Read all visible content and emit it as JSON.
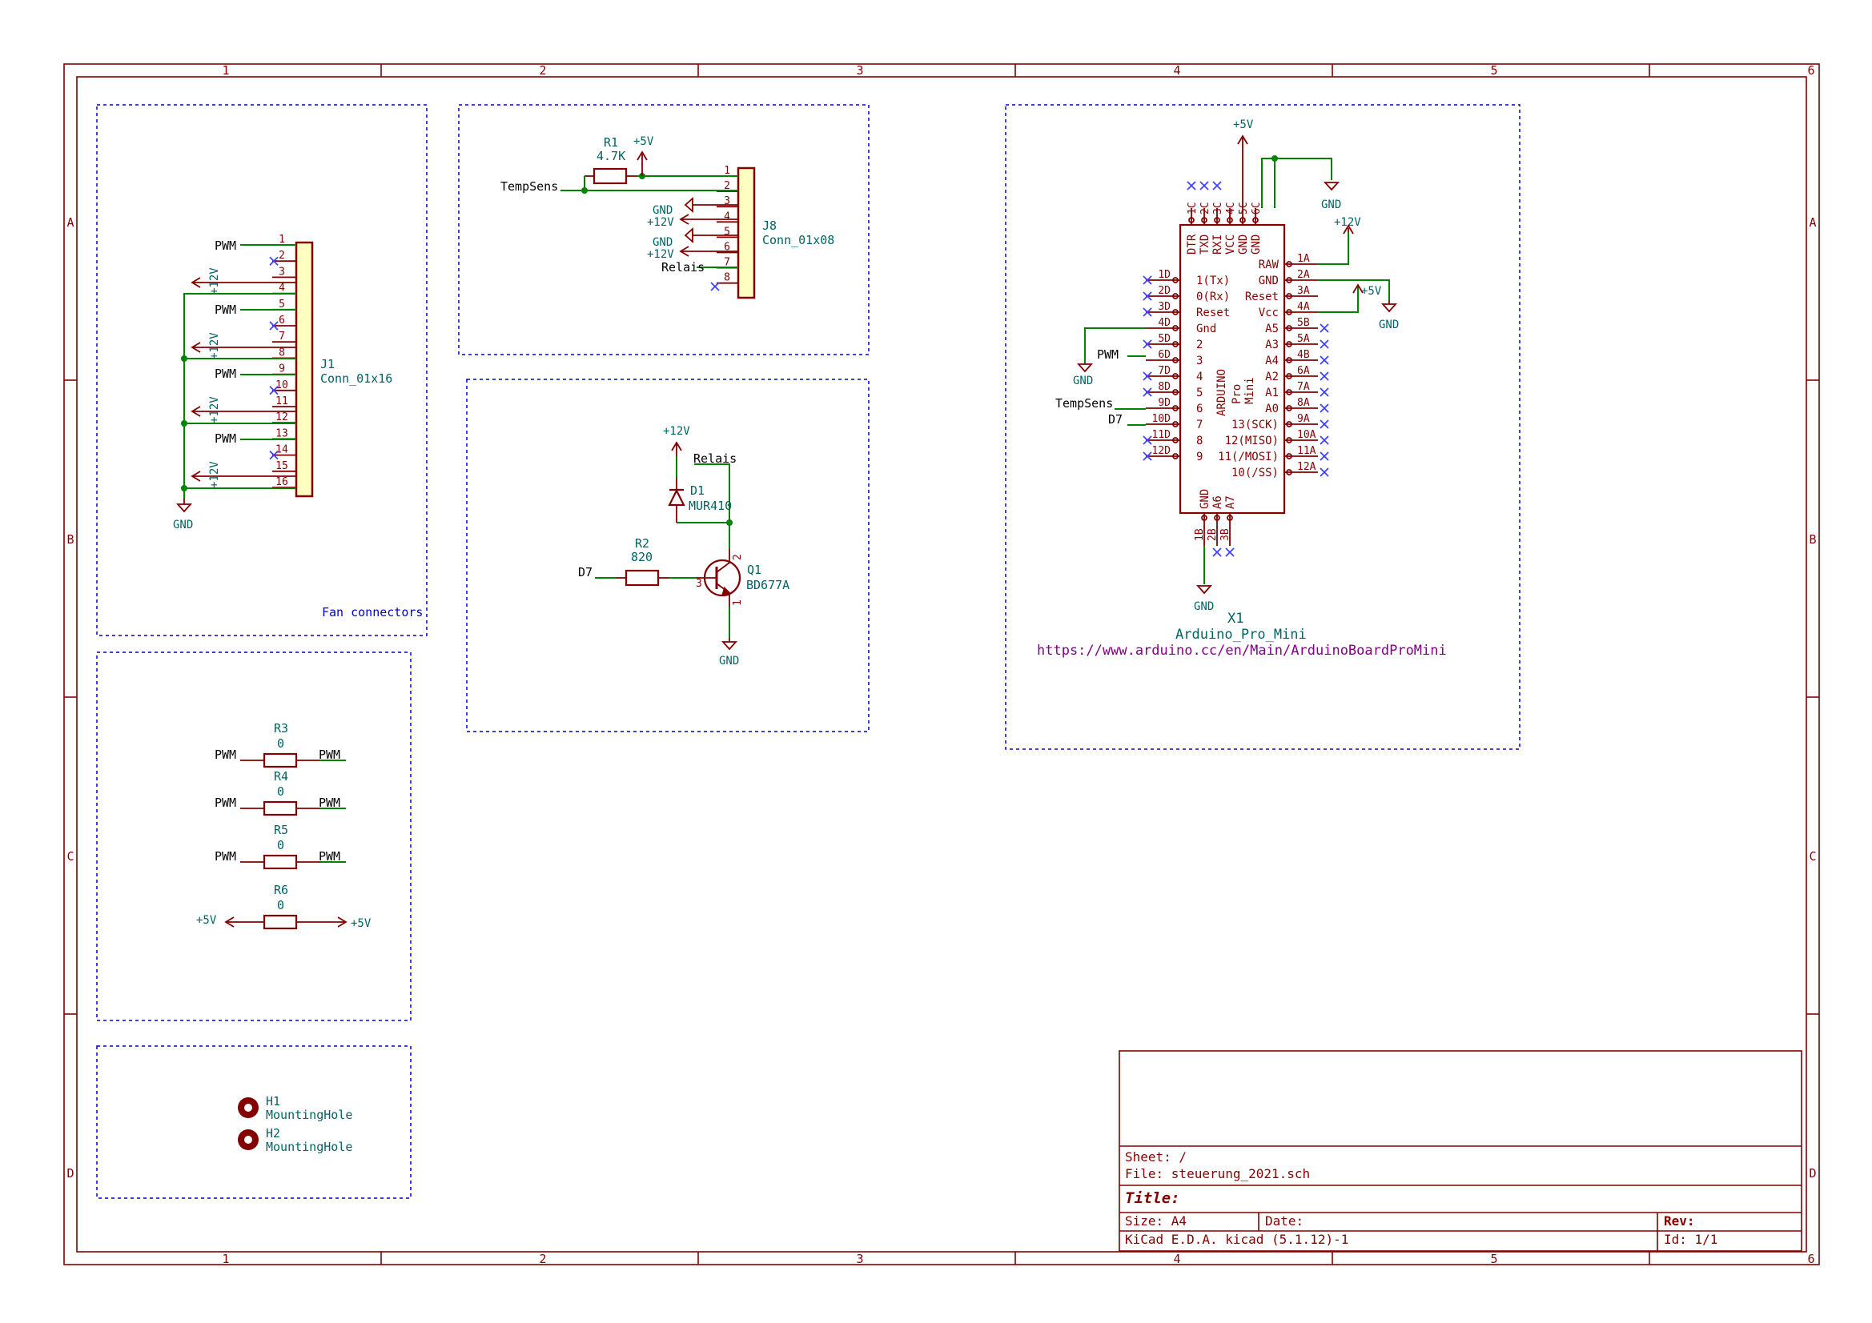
{
  "sheet": {
    "col_labels": [
      "1",
      "2",
      "3",
      "4",
      "5",
      "6"
    ],
    "row_labels": [
      "A",
      "B",
      "C",
      "D"
    ]
  },
  "colors": {
    "frame": "#840000",
    "wire": "#008400",
    "group_outline": "#0000c8",
    "connector_fill": "#ffffc2",
    "no_connect": "#4040ff"
  },
  "fan": {
    "connector_ref": "J1",
    "connector_value": "Conn_01x16",
    "group_note": "Fan connectors",
    "gnd": "GND",
    "pins": [
      "1",
      "2",
      "3",
      "4",
      "5",
      "6",
      "7",
      "8",
      "9",
      "10",
      "11",
      "12",
      "13",
      "14",
      "15",
      "16"
    ],
    "pwm_label": "PWM",
    "v12": "+12V"
  },
  "sensor": {
    "r1_ref": "R1",
    "r1_value": "4.7K",
    "v5": "+5V",
    "tempsens": "TempSens",
    "connector_ref": "J8",
    "connector_value": "Conn_01x08",
    "pins": [
      "1",
      "2",
      "3",
      "4",
      "5",
      "6",
      "7",
      "8"
    ],
    "gnd": "GND",
    "v12": "+12V",
    "relais": "Relais"
  },
  "driver": {
    "v12": "+12V",
    "relais": "Relais",
    "d1_ref": "D1",
    "d1_value": "MUR410",
    "r2_ref": "R2",
    "r2_value": "820",
    "d7": "D7",
    "q1_ref": "Q1",
    "q1_value": "BD677A",
    "q1_pins": [
      "2",
      "3",
      "1"
    ],
    "gnd": "GND"
  },
  "arduino": {
    "v5": "+5V",
    "gnd": "GND",
    "v12": "+12V",
    "top_pin_nums": [
      "1C",
      "2C",
      "3C",
      "4C",
      "5C",
      "6C"
    ],
    "top_pin_names": [
      "DTR",
      "TXD",
      "RXI",
      "VCC",
      "GND",
      "GND"
    ],
    "left_pin_nums": [
      "1D",
      "2D",
      "3D",
      "4D",
      "5D",
      "6D",
      "7D",
      "8D",
      "9D",
      "10D",
      "11D",
      "12D"
    ],
    "left_pin_names": [
      "1(Tx)",
      "0(Rx)",
      "Reset",
      "Gnd",
      "2",
      "3",
      "4",
      "5",
      "6",
      "7",
      "8",
      "9"
    ],
    "right_pin_nums": [
      "1A",
      "2A",
      "3A",
      "4A",
      "5B",
      "5A",
      "4B",
      "6A",
      "7A",
      "8A",
      "9A",
      "10A",
      "11A",
      "12A"
    ],
    "right_pin_names": [
      "RAW",
      "GND",
      "Reset",
      "Vcc",
      "A5",
      "A3",
      "A4",
      "A2",
      "A1",
      "A0",
      "13(SCK)",
      "12(MISO)",
      "11(/MOSI)",
      "10(/SS)"
    ],
    "bottom_pin_nums": [
      "1B",
      "2B",
      "3B"
    ],
    "bottom_pin_names": [
      "GND",
      "A6",
      "A7"
    ],
    "body_text": [
      "ARDUINO",
      "Pro",
      "Mini"
    ],
    "ref": "X1",
    "value": "Arduino_Pro_Mini",
    "url": "https://www.arduino.cc/en/Main/ArduinoBoardProMini",
    "pwm": "PWM",
    "tempsens": "TempSens",
    "d7": "D7"
  },
  "resistors": [
    {
      "ref": "R3",
      "value": "0",
      "left": "PWM",
      "right": "PWM"
    },
    {
      "ref": "R4",
      "value": "0",
      "left": "PWM",
      "right": "PWM"
    },
    {
      "ref": "R5",
      "value": "0",
      "left": "PWM",
      "right": "PWM"
    },
    {
      "ref": "R6",
      "value": "0",
      "left": "+5V",
      "right": "+5V"
    }
  ],
  "holes": [
    {
      "ref": "H1",
      "value": "MountingHole"
    },
    {
      "ref": "H2",
      "value": "MountingHole"
    }
  ],
  "title_block": {
    "sheet": "Sheet: /",
    "file": "File: steuerung_2021.sch",
    "title": "Title:",
    "size": "Size: A4",
    "date": "Date:",
    "rev": "Rev:",
    "tool": "KiCad E.D.A.  kicad (5.1.12)-1",
    "id": "Id: 1/1"
  }
}
